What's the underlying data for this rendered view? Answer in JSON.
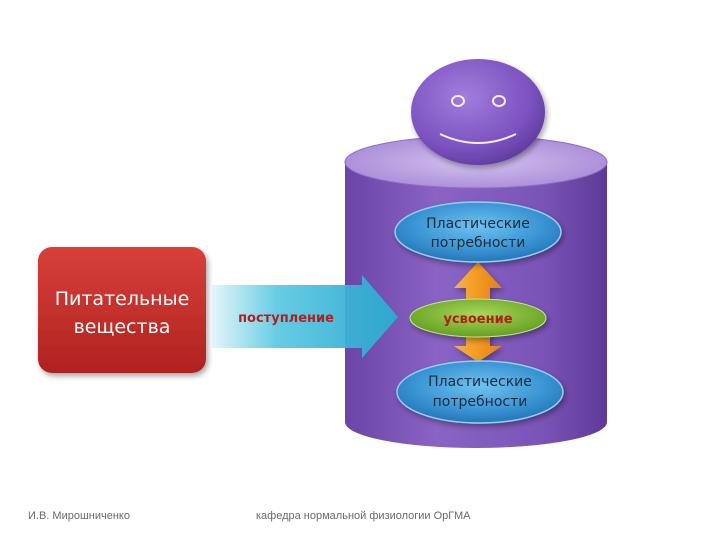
{
  "colors": {
    "cylinder_body": "#7e56b8",
    "cylinder_top": "#b79ee0",
    "face": "#8a5fcc",
    "source_box": "#c8302c",
    "arrow": "#3fb6d6",
    "ellipse_blue": "#2f86c8",
    "ellipse_green": "#7eb42b",
    "double_arrow": "#f29b27"
  },
  "diagram": {
    "source_label_line1": "Питательные",
    "source_label_line2": "вещества",
    "arrow_label": "поступление",
    "top_need_line1": "Пластические",
    "top_need_line2": "потребности",
    "middle_label": "усвоение",
    "bottom_need_line1": "Пластические",
    "bottom_need_line2": "потребности",
    "icons": [
      "smiley-face-icon",
      "double-arrow-icon"
    ]
  },
  "footer": {
    "author": "И.В. Мирошниченко",
    "department": "кафедра нормальной физиологии ОрГМА"
  }
}
